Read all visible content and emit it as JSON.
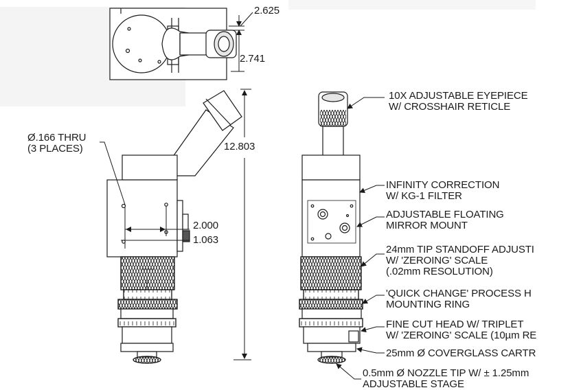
{
  "dimensions": {
    "top_offset": "2.625",
    "top_height": "2.741",
    "overall_height": "12.803",
    "bore_diameter": "Ø.166 THRU",
    "bore_count": "(3 PLACES)",
    "hole_spacing_wide": "2.000",
    "hole_spacing_narrow": "1.063"
  },
  "callouts": [
    {
      "line1": "10X ADJUSTABLE EYEPIECE",
      "line2": "W/ CROSSHAIR RETICLE"
    },
    {
      "line1": "INFINITY CORRECTION",
      "line2": "W/ KG-1 FILTER"
    },
    {
      "line1": "ADJUSTABLE FLOATING",
      "line2": "MIRROR MOUNT"
    },
    {
      "line1": "24mm TIP STANDOFF ADJUSTI",
      "line2": "W/ 'ZEROING' SCALE",
      "line3": "(.02mm RESOLUTION)"
    },
    {
      "line1": "'QUICK CHANGE' PROCESS H",
      "line2": "MOUNTING RING"
    },
    {
      "line1": "FINE CUT HEAD W/ TRIPLET",
      "line2": "W/ 'ZEROING' SCALE (10µm RE"
    },
    {
      "line1": "25mm Ø COVERGLASS CARTR"
    },
    {
      "line1": "0.5mm Ø NOZZLE TIP W/ ± 1.25mm",
      "line2": "ADJUSTABLE STAGE"
    }
  ],
  "colors": {
    "ink": "#1a1a1a",
    "paper": "#ffffff",
    "shade": "#d8d8d8"
  }
}
